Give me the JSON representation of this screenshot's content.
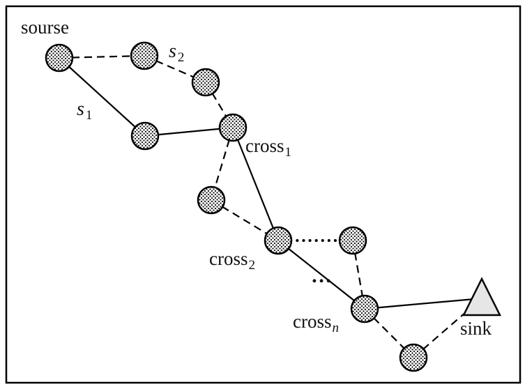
{
  "labels": {
    "source": "sourse",
    "s1_base": "s",
    "s1_sub": "1",
    "s2_base": "s",
    "s2_sub": "2",
    "cross1_base": "cross",
    "cross1_sub": "1",
    "cross2_base": "cross",
    "cross2_sub": "2",
    "crossn_base": "cross",
    "crossn_sub": "n",
    "sink": "sink",
    "dots": "…"
  },
  "nodes": [
    {
      "id": "source"
    },
    {
      "id": "s2-upper-a"
    },
    {
      "id": "s2-upper-b"
    },
    {
      "id": "s1-middle"
    },
    {
      "id": "cross1"
    },
    {
      "id": "detour-left"
    },
    {
      "id": "cross2"
    },
    {
      "id": "detour-right"
    },
    {
      "id": "crossn"
    },
    {
      "id": "lower-detour"
    },
    {
      "id": "sink",
      "shape": "triangle"
    }
  ],
  "edges": [
    {
      "from": "source",
      "to": "s2-upper-a",
      "style": "dashed"
    },
    {
      "from": "s2-upper-a",
      "to": "s2-upper-b",
      "style": "dashed"
    },
    {
      "from": "s2-upper-b",
      "to": "cross1",
      "style": "dashed"
    },
    {
      "from": "source",
      "to": "s1-middle",
      "style": "solid"
    },
    {
      "from": "s1-middle",
      "to": "cross1",
      "style": "solid"
    },
    {
      "from": "cross1",
      "to": "detour-left",
      "style": "dashed"
    },
    {
      "from": "detour-left",
      "to": "cross2",
      "style": "dashed"
    },
    {
      "from": "cross1",
      "to": "cross2",
      "style": "solid"
    },
    {
      "from": "cross2",
      "to": "detour-right",
      "style": "dotted"
    },
    {
      "from": "detour-right",
      "to": "crossn",
      "style": "dashed"
    },
    {
      "from": "cross2",
      "to": "crossn",
      "style": "solid"
    },
    {
      "from": "crossn",
      "to": "sink",
      "style": "solid"
    },
    {
      "from": "crossn",
      "to": "lower-detour",
      "style": "dashed"
    },
    {
      "from": "lower-detour",
      "to": "sink",
      "style": "dashed"
    }
  ]
}
